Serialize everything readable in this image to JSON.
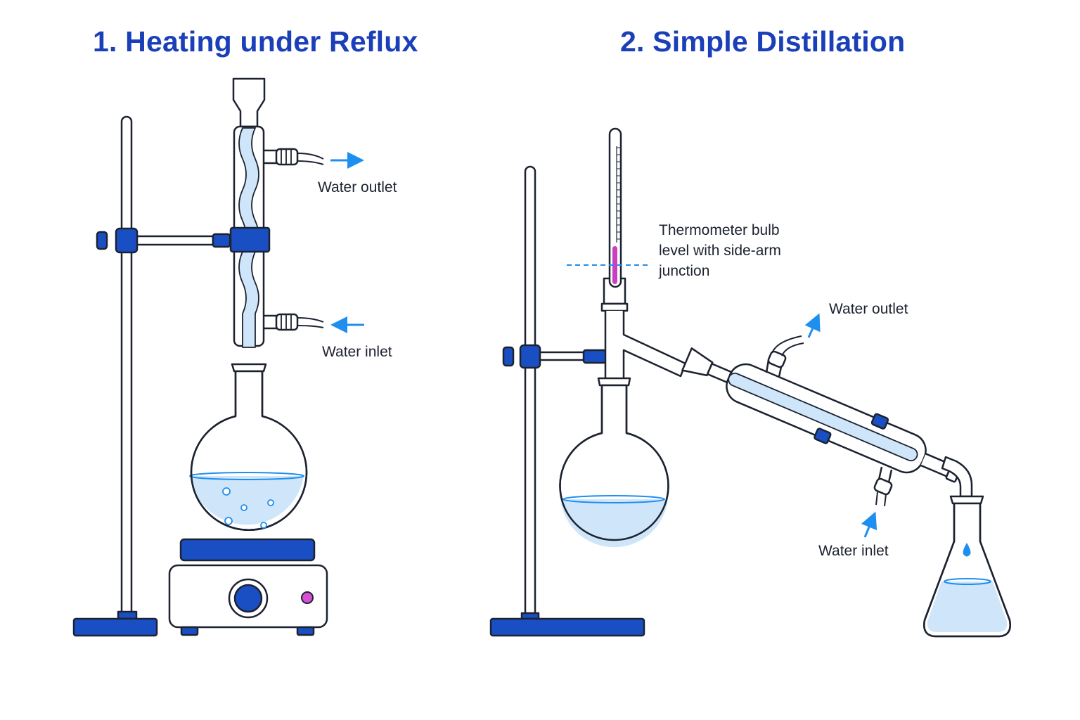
{
  "titles": {
    "reflux": "1. Heating under Reflux",
    "distillation": "2. Simple Distillation"
  },
  "reflux_labels": {
    "water_outlet": "Water outlet",
    "water_inlet": "Water inlet"
  },
  "distillation_labels": {
    "thermometer_note_line1": "Thermometer bulb",
    "thermometer_note_line2": "level with side-arm",
    "thermometer_note_line3": "junction",
    "water_outlet": "Water outlet",
    "water_inlet": "Water inlet"
  },
  "colors": {
    "accent_blue": "#1a4fc4",
    "water_light": "#cfe6fa",
    "arrow_blue": "#1e8ef0",
    "glass_outline": "#1c2230",
    "indicator_magenta": "#c93fc0"
  },
  "icons": [
    "arrow-right-icon",
    "arrow-left-icon",
    "arrow-up-right-icon"
  ]
}
